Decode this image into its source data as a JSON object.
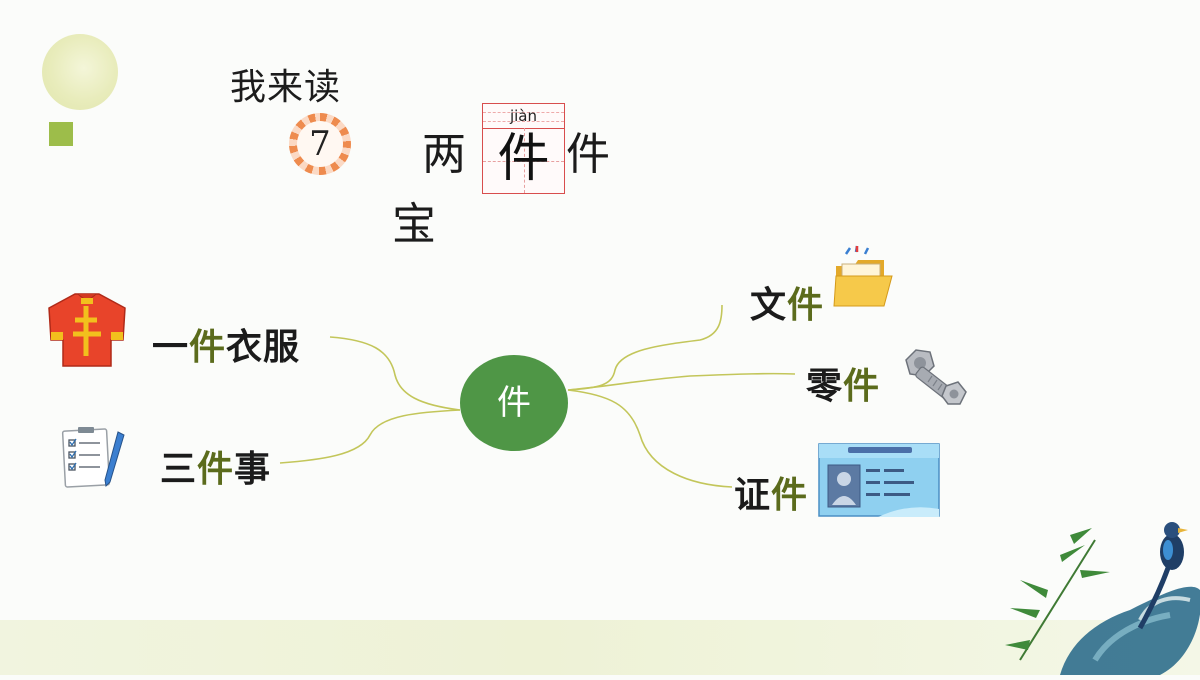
{
  "heading": "我来读",
  "lesson_number": "7",
  "word_chars": [
    "两",
    "件",
    "宝"
  ],
  "focus_char": {
    "character": "件",
    "pinyin": "jiàn"
  },
  "center": "件",
  "phrases": [
    {
      "before": "一",
      "key": "件",
      "after": "衣服",
      "icon": "shirt-icon"
    },
    {
      "before": "三",
      "key": "件",
      "after": "事",
      "icon": "checklist-icon"
    },
    {
      "before": "文",
      "key": "件",
      "after": "",
      "icon": "folder-icon"
    },
    {
      "before": "零",
      "key": "件",
      "after": "",
      "icon": "bolt-nut-icon"
    },
    {
      "before": "证",
      "key": "件",
      "after": "",
      "icon": "id-card-icon"
    }
  ],
  "colors": {
    "node": "#4f9646",
    "branch": "#c3c65a",
    "highlight": "#5b6b1c",
    "badge": "#ee8b4e",
    "grid": "#d84d4d",
    "accent_square": "#9dbd4a"
  }
}
